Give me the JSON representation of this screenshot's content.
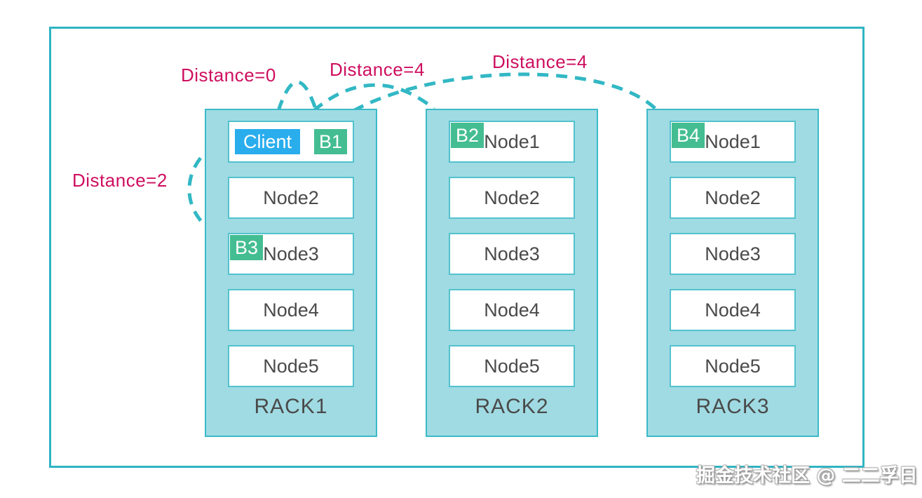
{
  "colors": {
    "border-teal": "#2eb4c2",
    "rack-fill": "#a0dbe3",
    "rack-border": "#3cbac7",
    "node-border": "#52c3cd",
    "node-text": "#4a4a4a",
    "client-blue": "#29adec",
    "block-green": "#44bd92",
    "distance-pink": "#ce0e5f",
    "curve-teal": "#32b7c4"
  },
  "labels": {
    "distance0": "Distance=0",
    "distance4_rack2": "Distance=4",
    "distance4_rack3": "Distance=4",
    "distance2": "Distance=2"
  },
  "racks": [
    {
      "name": "RACK1",
      "nodes": [
        {
          "badges": [
            "Client",
            "B1"
          ]
        },
        {
          "label": "Node2"
        },
        {
          "label": "Node3",
          "badge": "B3"
        },
        {
          "label": "Node4"
        },
        {
          "label": "Node5"
        }
      ]
    },
    {
      "name": "RACK2",
      "nodes": [
        {
          "label": "Node1",
          "badge": "B2"
        },
        {
          "label": "Node2"
        },
        {
          "label": "Node3"
        },
        {
          "label": "Node4"
        },
        {
          "label": "Node5"
        }
      ]
    },
    {
      "name": "RACK3",
      "nodes": [
        {
          "label": "Node1",
          "badge": "B4"
        },
        {
          "label": "Node2"
        },
        {
          "label": "Node3"
        },
        {
          "label": "Node4"
        },
        {
          "label": "Node5"
        }
      ]
    }
  ],
  "watermark": "掘金技术社区 @ 二二孚日"
}
